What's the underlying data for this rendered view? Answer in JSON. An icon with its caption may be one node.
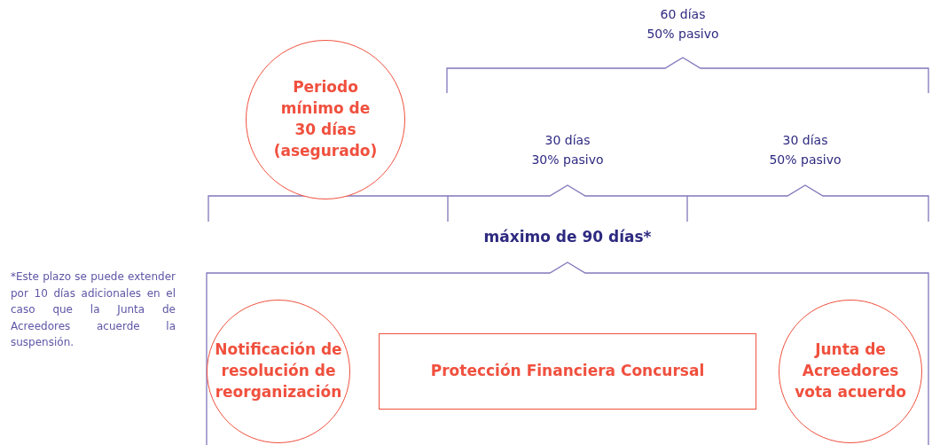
{
  "diagram": {
    "nodes": [
      {
        "text": [
          "Periodo mínimo de 30 días (asegurado)"
        ]
      },
      {
        "text": [
          "Notificación de resolución de reorganización"
        ]
      },
      {
        "text": [
          "Protección Financiera Concursal"
        ]
      },
      {
        "text": [
          "Junta de Acreedores vota acuerdo"
        ]
      }
    ],
    "labels": [
      "60 días",
      "50% pasivo",
      "30 días",
      "30% pasivo",
      "30 días",
      "50% pasivo",
      "máximo de 90 días*",
      "*Este plazo se puede extender por 10 días adicionales en el caso que la Junta de Acreedores acuerde la suspensión."
    ]
  }
}
